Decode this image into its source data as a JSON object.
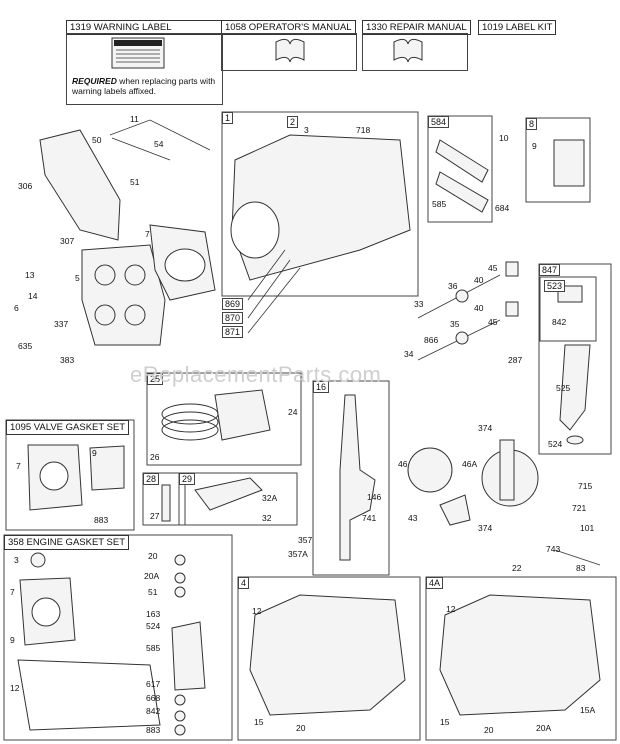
{
  "kits": {
    "warning_label": "1319 WARNING LABEL",
    "warning_required": "REQUIRED",
    "warning_note": "when replacing parts with warning labels affixed.",
    "operators_manual": "1058 OPERATOR'S MANUAL",
    "repair_manual": "1330 REPAIR MANUAL",
    "label_kit": "1019 LABEL KIT",
    "valve_gasket_set": "1095 VALVE GASKET SET",
    "engine_gasket_set": "358 ENGINE GASKET SET"
  },
  "watermark": "eReplacementParts.com",
  "boxes": {
    "b1": "1",
    "b2": "2",
    "b584": "584",
    "b8": "8",
    "b847": "847",
    "b523": "523",
    "b25": "25",
    "b16": "16",
    "b28": "28",
    "b29": "29",
    "b4": "4",
    "b4A": "4A",
    "b869": "869",
    "b870": "870",
    "b871": "871"
  },
  "parts": {
    "p11": "11",
    "p50": "50",
    "p54": "54",
    "p51": "51",
    "p306": "306",
    "p307": "307",
    "p7a": "7",
    "p13": "13",
    "p5": "5",
    "p14": "14",
    "p6": "6",
    "p337": "337",
    "p635": "635",
    "p383": "383",
    "p3a": "3",
    "p718": "718",
    "p585a": "585",
    "p684": "684",
    "p10": "10",
    "p9a": "9",
    "p45a": "45",
    "p40a": "40",
    "p36": "36",
    "p33": "33",
    "p40b": "40",
    "p45b": "45",
    "p35": "35",
    "p866": "866",
    "p34": "34",
    "p287": "287",
    "p842a": "842",
    "p525": "525",
    "p524a": "524",
    "p24": "24",
    "p26": "26",
    "p27": "27",
    "p32A": "32A",
    "p32": "32",
    "p146": "146",
    "p741": "741",
    "p374a": "374",
    "p46": "46",
    "p46A": "46A",
    "p43": "43",
    "p374b": "374",
    "p715": "715",
    "p721": "721",
    "p101": "101",
    "p743": "743",
    "p22": "22",
    "p83": "83",
    "p357": "357",
    "p357A": "357A",
    "p7b": "7",
    "p9b": "9",
    "p883a": "883",
    "p3b": "3",
    "p20a": "20",
    "p20A": "20A",
    "p51b": "51",
    "p7c": "7",
    "p163": "163",
    "p524b": "524",
    "p9c": "9",
    "p585b": "585",
    "p12a": "12",
    "p617": "617",
    "p668": "668",
    "p842b": "842",
    "p883b": "883",
    "p12b": "12",
    "p15a": "15",
    "p20b": "20",
    "p12c": "12",
    "p15b": "15",
    "p20c": "20",
    "p20Ab": "20A",
    "p15A": "15A"
  }
}
